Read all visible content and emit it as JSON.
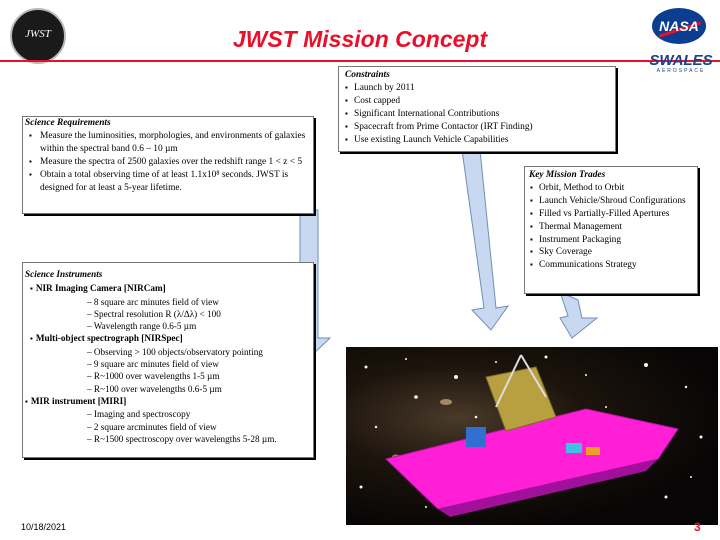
{
  "header": {
    "title": "JWST Mission Concept",
    "logo_left_text": "JWST",
    "logo_right_text": "NASA",
    "brand_name": "SWALES",
    "brand_sub": "AEROSPACE"
  },
  "science_requirements": {
    "heading": "Science Requirements",
    "items": [
      "Measure the luminosities, morphologies, and environments of galaxies within the spectral band 0.6 – 10 µm",
      "Measure the spectra of 2500 galaxies over the redshift range 1 < z < 5",
      "Obtain a total observing time of at least 1.1x10⁸ seconds. JWST is designed for at least a 5-year lifetime."
    ]
  },
  "science_instruments": {
    "heading": "Science Instruments",
    "instruments": [
      {
        "name": "NIR Imaging Camera [NIRCam]",
        "details": [
          "– 8 square arc minutes field of view",
          "– Spectral resolution R (λ/Δλ) < 100",
          "– Wavelength range 0.6-5 µm"
        ]
      },
      {
        "name": "Multi-object spectrograph [NIRSpec]",
        "details": [
          "– Observing > 100 objects/observatory pointing",
          "– 9 square arc minutes field of view",
          "– R~1000 over wavelengths 1-5 µm",
          "– R~100 over wavelengths 0.6-5 µm"
        ]
      },
      {
        "name": "MIR instrument [MIRI]",
        "details": [
          "– Imaging and spectroscopy",
          "– 2 square arcminutes field of view",
          "– R~1500 spectroscopy over wavelengths 5-28 µm."
        ]
      }
    ]
  },
  "constraints": {
    "heading": "Constraints",
    "items": [
      "Launch by 2011",
      "Cost capped",
      "Significant International Contributions",
      "Spacecraft from Prime Contactor (IRT Finding)",
      "Use existing Launch Vehicle Capabilities"
    ]
  },
  "key_trades": {
    "heading": "Key Mission Trades",
    "items": [
      "Orbit, Method to Orbit",
      "Launch Vehicle/Shroud Configurations",
      "Filled vs Partially-Filled Apertures",
      "Thermal Management",
      "Instrument Packaging",
      "Sky Coverage",
      "Communications Strategy"
    ]
  },
  "footer": {
    "date": "10/18/2021",
    "page": "3"
  },
  "colors": {
    "title_red": "#e8102a",
    "arrow_fill": "#c8d8f0",
    "arrow_stroke": "#6f8fb7",
    "sunshield": "#ff1fd6"
  }
}
